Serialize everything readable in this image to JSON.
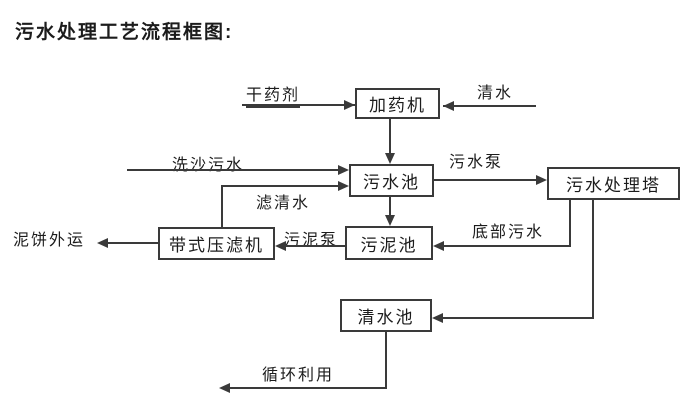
{
  "title": "污水处理工艺流程框图:",
  "colors": {
    "line": "#3a3a3a",
    "text": "#1c1c1c",
    "background": "#ffffff"
  },
  "nodes": {
    "dosing_machine": "加药机",
    "sewage_pool": "污水池",
    "sewage_treatment_tower": "污水处理塔",
    "belt_filter_press": "带式压滤机",
    "sludge_pool": "污泥池",
    "clean_water_pool": "清水池"
  },
  "flow_labels": {
    "dry_agent": "干药剂",
    "clean_water": "清水",
    "sand_wash_sewage": "洗沙污水",
    "filtered_water": "滤清水",
    "sewage_pump": "污水泵",
    "sludge_pump": "污泥泵",
    "mud_cake_transport": "泥饼外运",
    "bottom_sewage": "底部污水",
    "recycle_use": "循环利用"
  }
}
